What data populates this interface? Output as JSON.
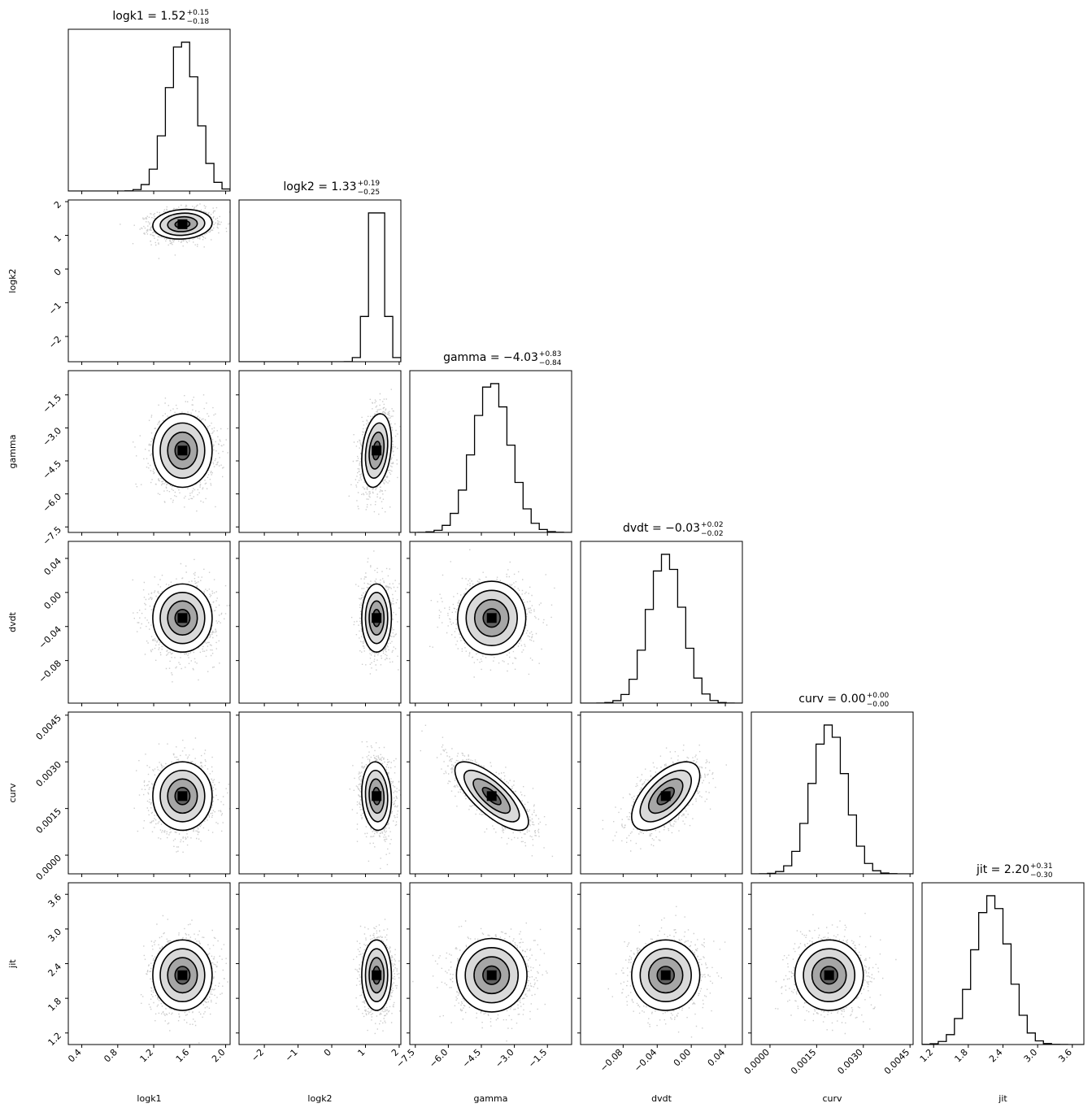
{
  "chart_data": {
    "type": "corner",
    "params": [
      {
        "key": "logk1",
        "label": "logk1",
        "title": "logk1 = 1.52",
        "sup": "+0.15",
        "sub": "−0.18",
        "center": 1.52,
        "sigma": 0.165,
        "range": [
          0.25,
          2.05
        ],
        "ticks": [
          0.4,
          0.8,
          1.2,
          1.6,
          2.0
        ],
        "tick_labels": [
          "0.4",
          "0.8",
          "1.2",
          "1.6",
          "2.0"
        ]
      },
      {
        "key": "logk2",
        "label": "logk2",
        "title": "logk2 = 1.33",
        "sup": "+0.19",
        "sub": "−0.25",
        "center": 1.33,
        "sigma": 0.22,
        "range": [
          -2.75,
          2.05
        ],
        "ticks": [
          -2,
          -1,
          0,
          1,
          2
        ],
        "tick_labels": [
          "−2",
          "−1",
          "0",
          "1",
          "2"
        ]
      },
      {
        "key": "gamma",
        "label": "gamma",
        "title": "gamma = −4.03",
        "sup": "+0.83",
        "sub": "−0.84",
        "center": -4.03,
        "sigma": 0.835,
        "range": [
          -7.75,
          -0.4
        ],
        "ticks": [
          -7.5,
          -6.0,
          -4.5,
          -3.0,
          -1.5
        ],
        "tick_labels": [
          "−7.5",
          "−6.0",
          "−4.5",
          "−3.0",
          "−1.5"
        ]
      },
      {
        "key": "dvdt",
        "label": "dvdt",
        "title": "dvdt = −0.03",
        "sup": "+0.02",
        "sub": "−0.02",
        "center": -0.03,
        "sigma": 0.02,
        "range": [
          -0.13,
          0.06
        ],
        "ticks": [
          -0.08,
          -0.04,
          0.0,
          0.04
        ],
        "tick_labels": [
          "−0.08",
          "−0.04",
          "0.00",
          "0.04"
        ]
      },
      {
        "key": "curv",
        "label": "curv",
        "title": "curv = 0.00",
        "sup": "+0.00",
        "sub": "−0.00",
        "center": 0.0019,
        "sigma": 0.00055,
        "range": [
          -0.0006,
          0.0046
        ],
        "ticks": [
          0.0,
          0.0015,
          0.003,
          0.0045
        ],
        "tick_labels": [
          "0.0000",
          "0.0015",
          "0.0030",
          "0.0045"
        ]
      },
      {
        "key": "jit",
        "label": "jit",
        "title": "jit = 2.20",
        "sup": "+0.31",
        "sub": "−0.30",
        "center": 2.2,
        "sigma": 0.305,
        "range": [
          1.0,
          3.8
        ],
        "ticks": [
          1.2,
          1.8,
          2.4,
          3.0,
          3.6
        ],
        "tick_labels": [
          "1.2",
          "1.8",
          "2.4",
          "3.0",
          "3.6"
        ]
      }
    ],
    "correlations": [
      [
        1,
        0.1,
        0.0,
        0.0,
        0.0,
        0.0
      ],
      [
        0.1,
        1,
        0.25,
        0.0,
        -0.1,
        0.0
      ],
      [
        0.0,
        0.25,
        1,
        0.0,
        -0.75,
        0.0
      ],
      [
        0.0,
        0.0,
        0.0,
        1,
        0.6,
        0.0
      ],
      [
        0.0,
        -0.1,
        -0.75,
        0.6,
        1,
        0.0
      ],
      [
        0.0,
        0.0,
        0.0,
        0.0,
        0.0,
        1
      ]
    ],
    "levels_sigma": [
      0.5,
      1.0,
      1.5,
      2.0
    ],
    "histogram_bins": 20,
    "colors": {
      "line": "#000000",
      "background": "#ffffff"
    }
  }
}
